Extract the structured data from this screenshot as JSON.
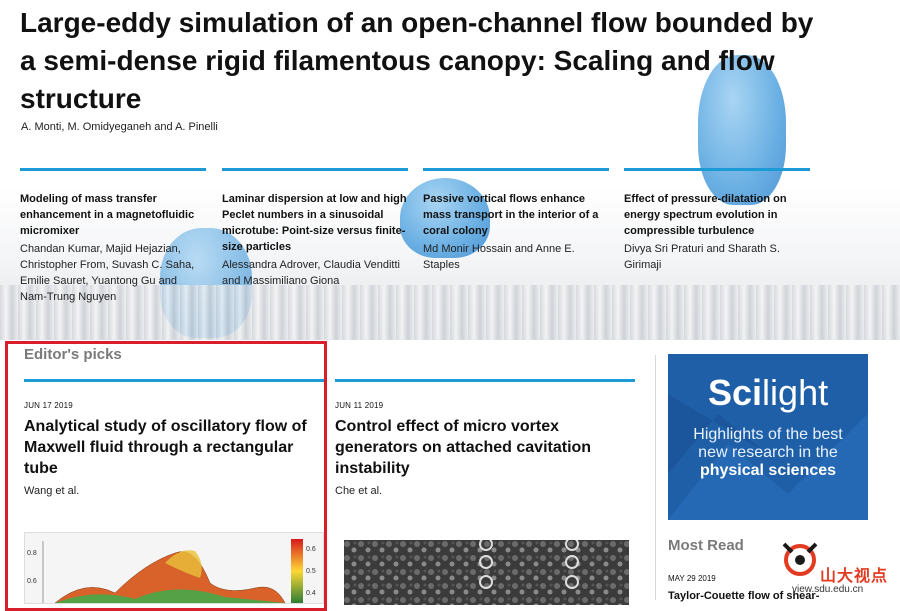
{
  "paper": {
    "title": "Large-eddy simulation of an open-channel flow bounded by a semi-dense rigid filamentous canopy: Scaling and flow structure",
    "authors": "A. Monti, M. Omidyeganeh and A. Pinelli"
  },
  "featured": [
    {
      "title": "Modeling of mass transfer enhancement in a magnetofluidic micromixer",
      "authors": "Chandan Kumar, Majid Hejazian, Christopher From, Suvash C. Saha, Emilie Sauret, Yuantong Gu and Nam-Trung Nguyen"
    },
    {
      "title": "Laminar dispersion at low and high Peclet numbers in a sinusoidal microtube: Point-size versus finite-size particles",
      "authors": "Alessandra Adrover, Claudia Venditti and Massimiliano Giona"
    },
    {
      "title": "Passive vortical flows enhance mass transport in the interior of a coral colony",
      "authors": "Md Monir Hossain and Anne E. Staples"
    },
    {
      "title": "Effect of pressure-dilatation on energy spectrum evolution in compressible turbulence",
      "authors": "Divya Sri Praturi and Sharath S. Girimaji"
    }
  ],
  "editors_picks": {
    "heading": "Editor's picks",
    "items": [
      {
        "date": "JUN 17 2019",
        "title": "Analytical study of oscillatory flow of Maxwell fluid through a rectangular tube",
        "authors": "Wang et al."
      },
      {
        "date": "JUN 11 2019",
        "title": "Control effect of micro vortex generators on attached cavitation instability",
        "authors": "Che et al."
      }
    ]
  },
  "plot": {
    "yticks": [
      "0.8",
      "0.6"
    ],
    "colorbar_ticks": [
      "0.6",
      "0.5",
      "0.4"
    ]
  },
  "scilight": {
    "logo_bold": "Sci",
    "logo_light": "light",
    "tagline_1": "Highlights of the best",
    "tagline_2": "new research in the",
    "tagline_3": "physical sciences"
  },
  "most_read": {
    "heading": "Most Read",
    "date": "MAY 29 2019",
    "title": "Taylor-Couette flow of shear-"
  },
  "watermark": {
    "text": "山大视点",
    "url": "view.sdu.edu.cn"
  },
  "colors": {
    "accent_blue": "#1c9ad6",
    "highlight_red": "#d81e2a",
    "scilight_bg": "#1f5fa8"
  }
}
